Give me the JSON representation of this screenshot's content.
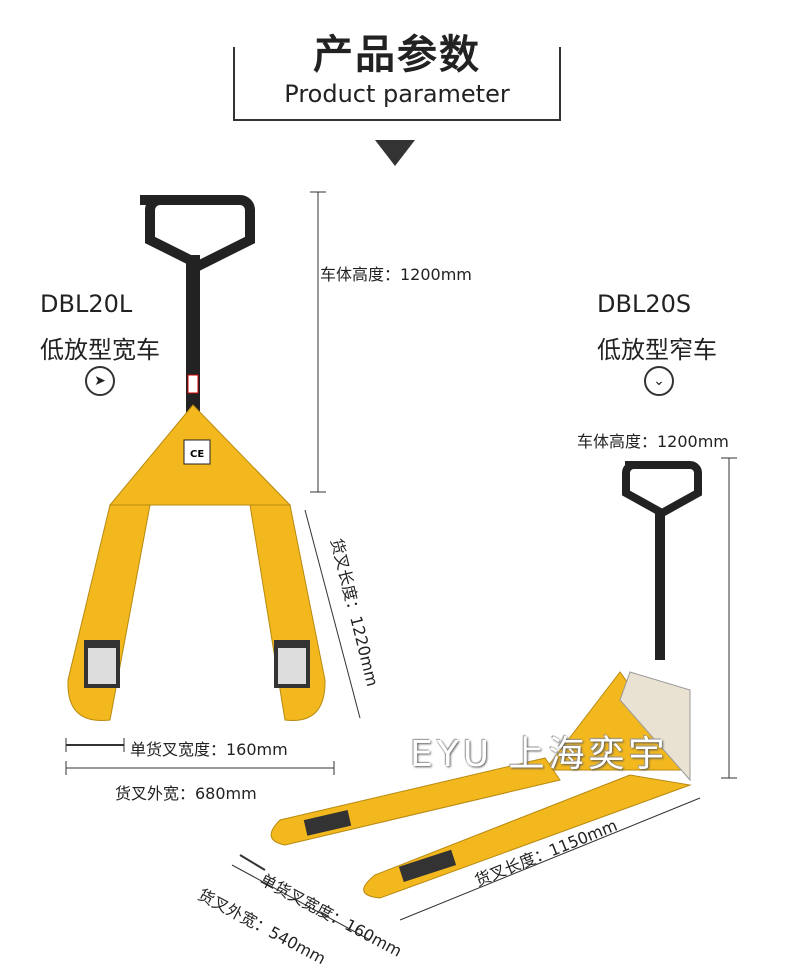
{
  "header": {
    "title_cn": "产品参数",
    "title_en": "Product parameter"
  },
  "left_product": {
    "model": "DBL20L",
    "name": "低放型宽车",
    "icon": "arrow-right-circle-icon",
    "height_label": "车体高度：1200mm",
    "fork_length_label": "货叉长度：1220mm",
    "single_fork_width_label": "单货叉宽度：160mm",
    "fork_outer_width_label": "货叉外宽：680mm"
  },
  "right_product": {
    "model": "DBL20S",
    "name": "低放型窄车",
    "icon": "arrow-down-circle-icon",
    "height_label": "车体高度：1200mm",
    "fork_length_label": "货叉长度：1150mm",
    "single_fork_width_label": "单货叉宽度：160mm",
    "fork_outer_width_label": "货叉外宽：540mm"
  },
  "watermark": "EYU 上海奕宇",
  "colors": {
    "yellow": "#f2b81e",
    "dark": "#222222"
  }
}
